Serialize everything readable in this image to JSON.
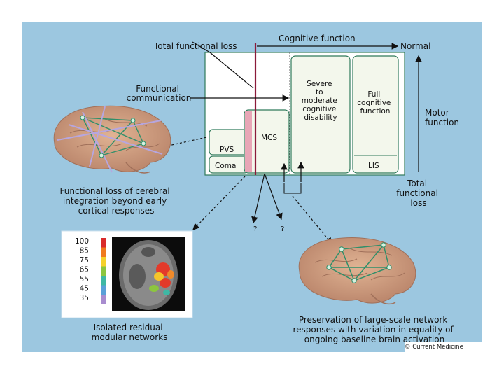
{
  "header": {
    "total_functional_loss": "Total functional loss",
    "cognitive_function": "Cognitive function",
    "normal": "Normal"
  },
  "left_labels": {
    "functional_communication": [
      "Functional",
      "communication"
    ]
  },
  "right_labels": {
    "motor_function": [
      "Motor",
      "function"
    ],
    "total_functional_loss": [
      "Total",
      "functional",
      "loss"
    ]
  },
  "boxes": {
    "pvs": "PVS",
    "coma": "Coma",
    "mcs": "MCS",
    "severe": [
      "Severe",
      "to",
      "moderate",
      "cognitive",
      "disability"
    ],
    "full_cognitive": [
      "Full",
      "cognitive",
      "function"
    ],
    "lis": "LIS"
  },
  "question_marks": [
    "?",
    "?"
  ],
  "captions": {
    "functional_loss": [
      "Functional loss of cerebral",
      "integration beyond early",
      "cortical responses"
    ],
    "isolated": [
      "Isolated residual",
      "modular networks"
    ],
    "preservation": [
      "Preservation of large-scale network",
      "responses with variation in equality of",
      "ongoing baseline brain activation"
    ]
  },
  "scale": [
    "100",
    "85",
    "75",
    "65",
    "55",
    "45",
    "35"
  ],
  "scale_colors": [
    "#d92b2b",
    "#f07a1e",
    "#f5d12b",
    "#8cc63f",
    "#3fb8a4",
    "#5aa0d8",
    "#a88ccf"
  ],
  "copyright": "© Current Medicine",
  "colors": {
    "panel": "#9cc7e0",
    "box_fill": "#f3f7ec",
    "box_stroke": "#2f7a5a",
    "marker_line": "#8b1a3a",
    "brain": "#c99a7b"
  }
}
